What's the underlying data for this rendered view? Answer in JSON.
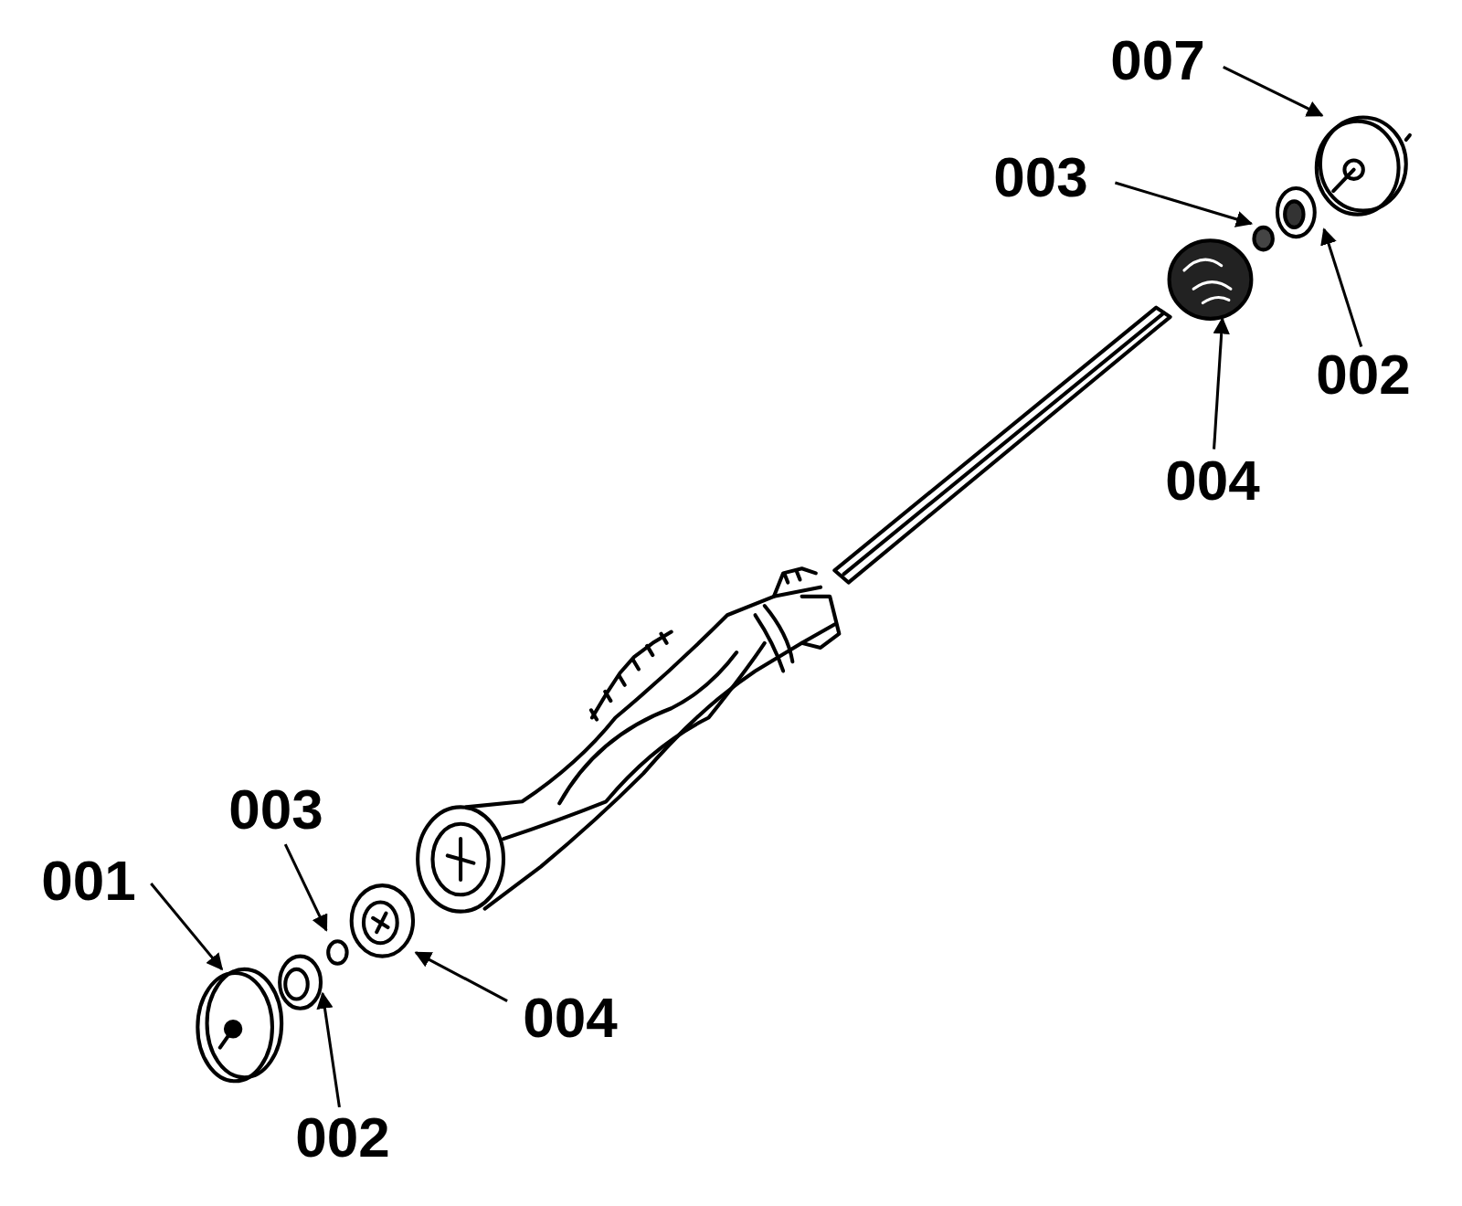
{
  "diagram": {
    "labels": [
      "007",
      "003",
      "002",
      "004",
      "003",
      "001",
      "004",
      "002"
    ]
  }
}
